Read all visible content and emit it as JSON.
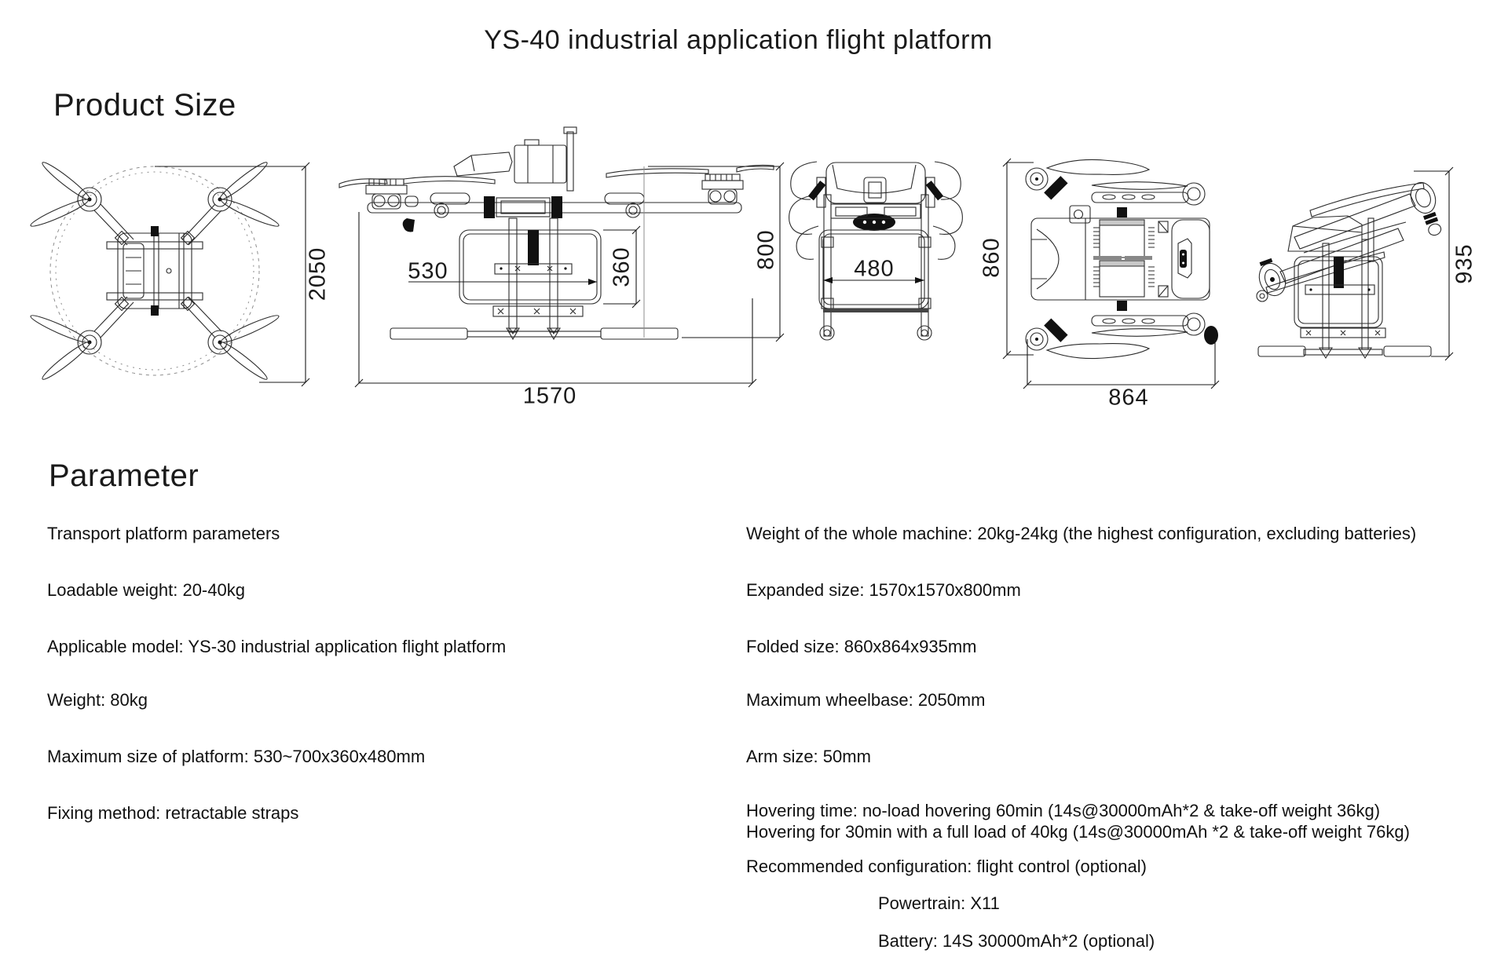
{
  "title": "YS-40 industrial application flight platform",
  "sections": {
    "product_size": "Product Size",
    "parameter": "Parameter"
  },
  "dims": {
    "max_wheelbase": "2050",
    "platform_width": "530",
    "platform_height": "360",
    "expanded_width": "1570",
    "expanded_height": "800",
    "platform_depth": "480",
    "folded_height": "860",
    "folded_width": "864",
    "folded_total_height": "935"
  },
  "views": {
    "v1": "expanded-top-view",
    "v2": "expanded-front-view",
    "v3": "folded-front-view",
    "v4": "folded-top-view",
    "v5": "folded-side-view"
  },
  "parameters": {
    "left": [
      "Transport platform parameters",
      "Loadable weight: 20-40kg",
      "Applicable model: YS-30 industrial application flight platform",
      "Weight: 80kg",
      "Maximum size of platform: 530~700x360x480mm",
      "Fixing method: retractable straps"
    ],
    "right": [
      "Weight of the whole machine: 20kg-24kg (the highest configuration, excluding batteries)",
      "Expanded size: 1570x1570x800mm",
      "Folded size: 860x864x935mm",
      "Maximum wheelbase: 2050mm",
      "Arm size: 50mm"
    ],
    "hovering_line1": "Hovering time: no-load hovering 60min (14s@30000mAh*2 & take-off weight 36kg)",
    "hovering_line2": "Hovering for 30min with a full load of 40kg (14s@30000mAh *2 & take-off weight 76kg)",
    "recommended": "Recommended configuration: flight control (optional)",
    "powertrain": "Powertrain: X11",
    "battery": "Battery: 14S 30000mAh*2 (optional)"
  }
}
